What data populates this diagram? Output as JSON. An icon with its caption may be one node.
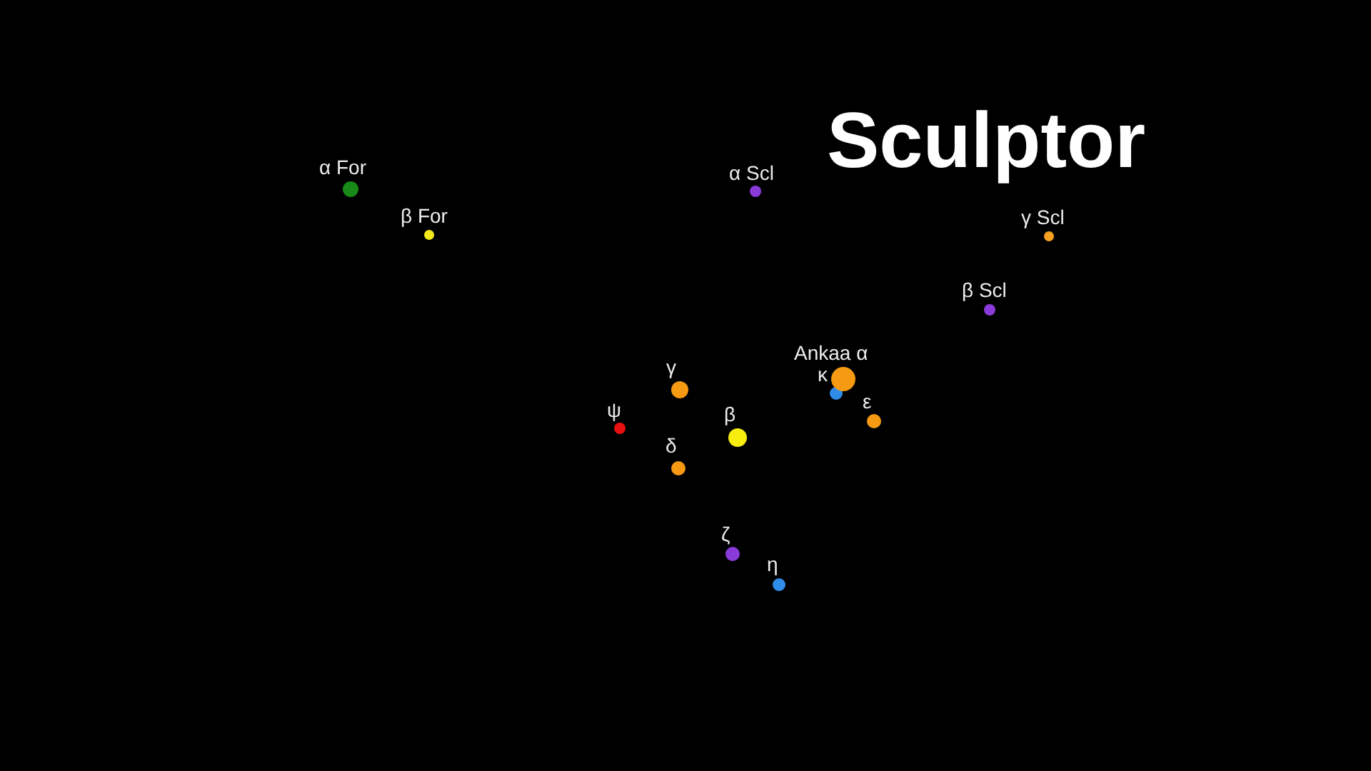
{
  "diagram": {
    "title": "Sculptor",
    "nodes": [
      {
        "text": [
          "α For"
        ]
      },
      {
        "text": [
          "α Scl"
        ]
      },
      {
        "text": [
          "β For"
        ]
      },
      {
        "text": [
          "γ Scl"
        ]
      },
      {
        "text": [
          "β Scl"
        ]
      },
      {
        "text": [
          "Ankaa α"
        ]
      },
      {
        "text": [
          "γ"
        ]
      },
      {
        "text": [
          "κ"
        ]
      },
      {
        "text": [
          "ε"
        ]
      },
      {
        "text": [
          "ψ"
        ]
      },
      {
        "text": [
          "β"
        ]
      },
      {
        "text": [
          "δ"
        ]
      },
      {
        "text": [
          "ζ"
        ]
      },
      {
        "text": [
          "η"
        ]
      }
    ]
  }
}
